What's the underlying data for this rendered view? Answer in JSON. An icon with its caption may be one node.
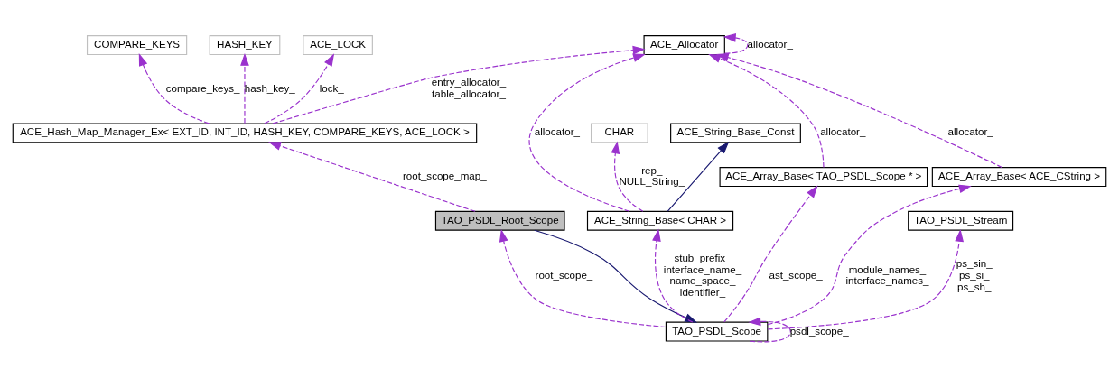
{
  "diagram": {
    "nodes": [
      {
        "text": [
          "ACE_Allocator"
        ]
      },
      {
        "text": [
          "CHAR"
        ]
      },
      {
        "text": [
          "ACE_String_Base_Const"
        ]
      },
      {
        "text": [
          "COMPARE_KEYS"
        ]
      },
      {
        "text": [
          "HASH_KEY"
        ]
      },
      {
        "text": [
          "ACE_LOCK"
        ]
      },
      {
        "text": [
          "ACE_String_Base< CHAR >"
        ]
      },
      {
        "text": [
          "ACE_Hash_Map_Manager_Ex< EXT_ID, INT_ID, HASH_KEY, COMPARE_KEYS, ACE_LOCK >"
        ]
      },
      {
        "text": [
          "ACE_Array_Base< TAO_PSDL_Scope * >"
        ]
      },
      {
        "text": [
          "ACE_Array_Base< ACE_CString >"
        ]
      },
      {
        "text": [
          "TAO_PSDL_Root_Scope"
        ]
      },
      {
        "text": [
          "TAO_PSDL_Stream"
        ]
      },
      {
        "text": [
          "TAO_PSDL_Scope"
        ]
      }
    ],
    "edges": [
      {
        "from": 0,
        "to": 0,
        "arrow": "to",
        "label": "allocator_",
        "style": "dashed"
      },
      {
        "from": 8,
        "to": 0,
        "arrow": "to",
        "label": "allocator_",
        "style": "dashed"
      },
      {
        "from": 9,
        "to": 0,
        "arrow": "to",
        "label": "allocator_",
        "style": "dashed"
      },
      {
        "from": 6,
        "to": 0,
        "arrow": "to",
        "label": "allocator_",
        "style": "dashed"
      },
      {
        "from": 6,
        "to": 1,
        "arrow": "to",
        "label": "rep_ NULL_String_",
        "style": "dashed"
      },
      {
        "from": 6,
        "to": 2,
        "arrow": "to",
        "color": "#191970"
      },
      {
        "from": 7,
        "to": 0,
        "arrow": "to",
        "label": "entry_allocator_ table_allocator_",
        "style": "dashed"
      },
      {
        "from": 7,
        "to": 3,
        "arrow": "to",
        "label": "compare_keys_",
        "style": "dashed"
      },
      {
        "from": 7,
        "to": 4,
        "arrow": "to",
        "label": "hash_key_",
        "style": "dashed"
      },
      {
        "from": 7,
        "to": 5,
        "arrow": "to",
        "label": "lock_",
        "style": "dashed"
      },
      {
        "from": 10,
        "to": 7,
        "arrow": "to",
        "label": "root_scope_map_",
        "style": "dashed"
      },
      {
        "from": 12,
        "to": 8,
        "arrow": "to",
        "label": "ast_scope_",
        "style": "dashed"
      },
      {
        "from": 12,
        "to": 9,
        "arrow": "to",
        "label": "module_names_ interface_names_",
        "style": "dashed"
      },
      {
        "from": 12,
        "to": 6,
        "arrow": "to",
        "label": "stub_prefix_ interface_name_ name_space_ identifier_",
        "style": "dashed"
      },
      {
        "from": 12,
        "to": 10,
        "arrow": "to",
        "label": "root_scope_",
        "style": "dashed"
      },
      {
        "from": 10,
        "to": 12,
        "arrow": "to",
        "color": "#191970"
      },
      {
        "from": 12,
        "to": 11,
        "arrow": "to",
        "label": "ps_sin_ ps_si_ ps_sh_",
        "style": "dashed"
      },
      {
        "from": 12,
        "to": 12,
        "arrow": "to",
        "label": "psdl_scope_",
        "style": "dashed"
      }
    ]
  }
}
